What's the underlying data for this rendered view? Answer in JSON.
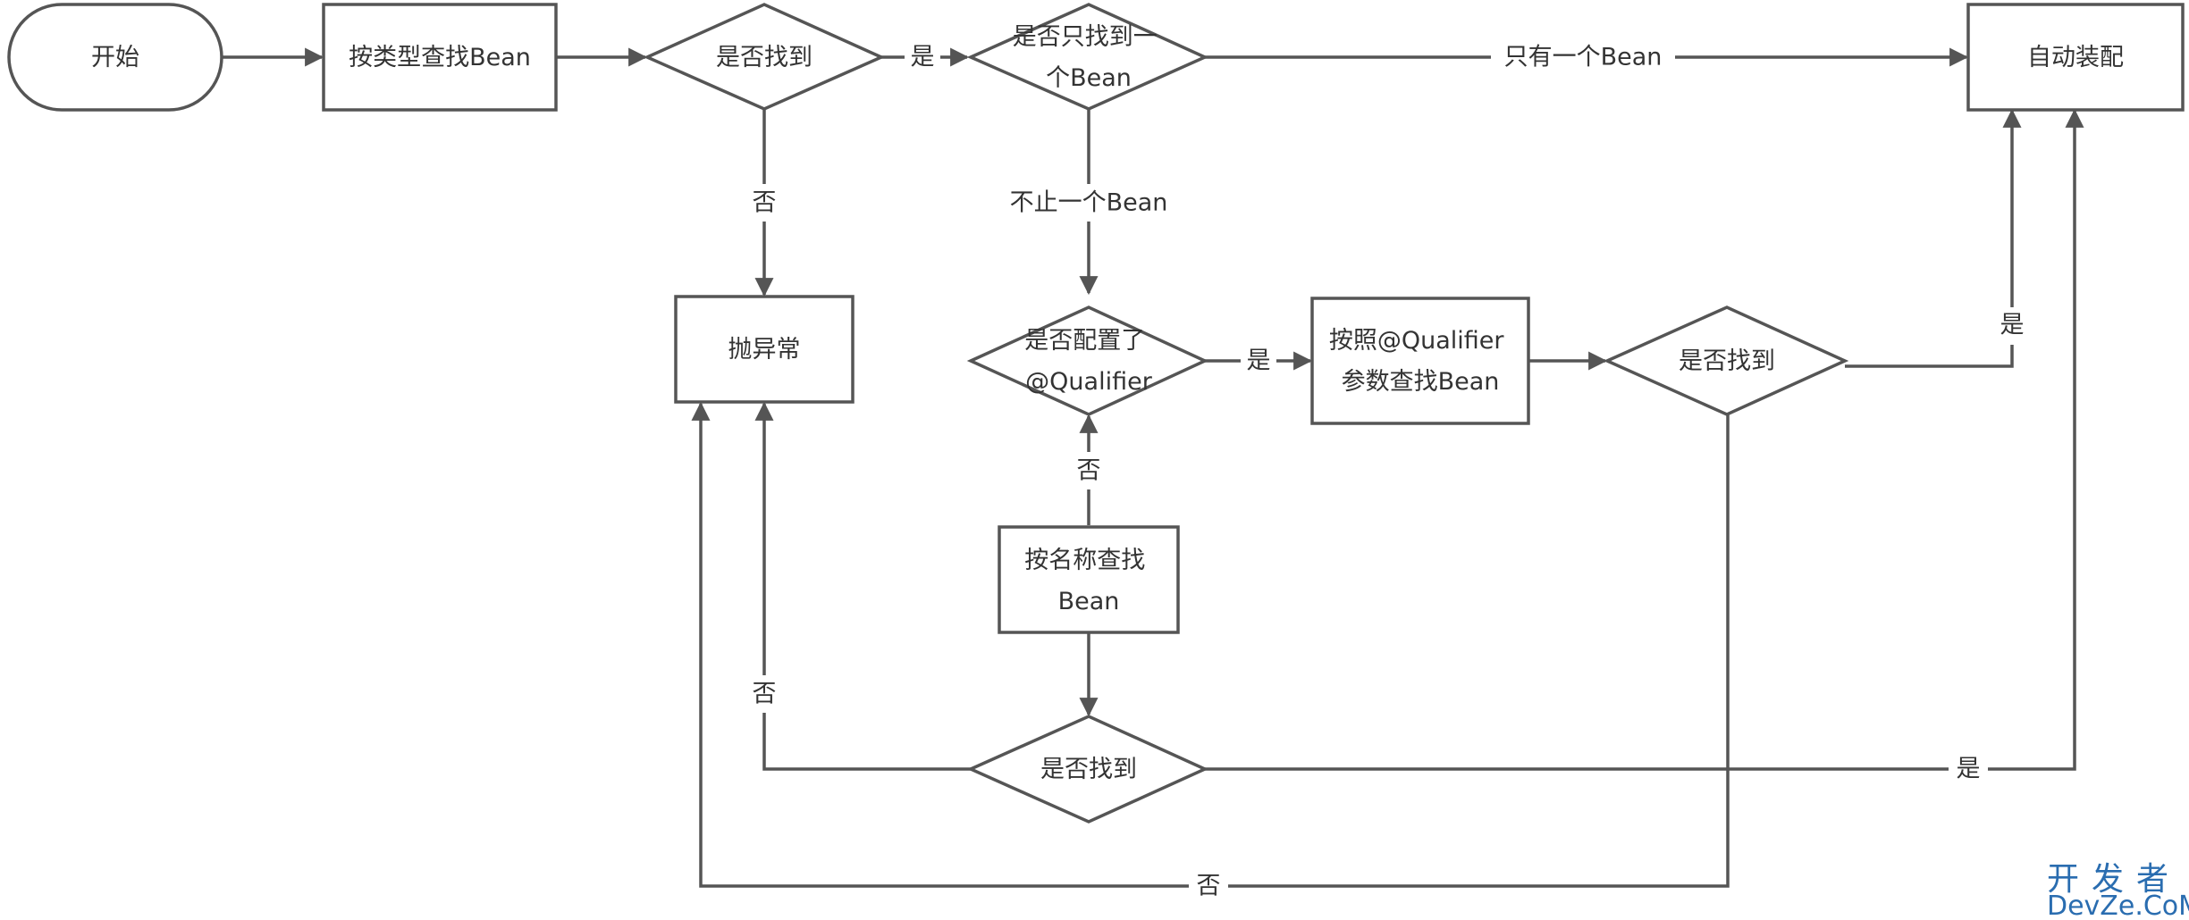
{
  "nodes": {
    "start": [
      "开始"
    ],
    "find_by_type": [
      "按类型查找Bean"
    ],
    "found_q1": [
      "是否找到"
    ],
    "only_one_q": [
      "是否只找到一",
      "个Bean"
    ],
    "autowire": [
      "自动装配"
    ],
    "throw_exception": [
      "抛异常"
    ],
    "qualifier_q": [
      "是否配置了",
      "@Qualifier"
    ],
    "find_by_qualifier": [
      "按照@Qualifier",
      "参数查找Bean"
    ],
    "found_q2": [
      "是否找到"
    ],
    "find_by_name": [
      "按名称查找",
      "Bean"
    ],
    "found_q3": [
      "是否找到"
    ]
  },
  "edges": {
    "found1_yes": "是",
    "found1_no": "否",
    "only_one": "只有一个Bean",
    "more_than_one": "不止一个Bean",
    "qualifier_yes": "是",
    "qualifier_no": "否",
    "found2_yes": "是",
    "found3_no": "否",
    "found3_yes": "是",
    "found2_no": "否"
  },
  "watermark": {
    "cn": "开发者",
    "en": "DevZe.CoM"
  }
}
